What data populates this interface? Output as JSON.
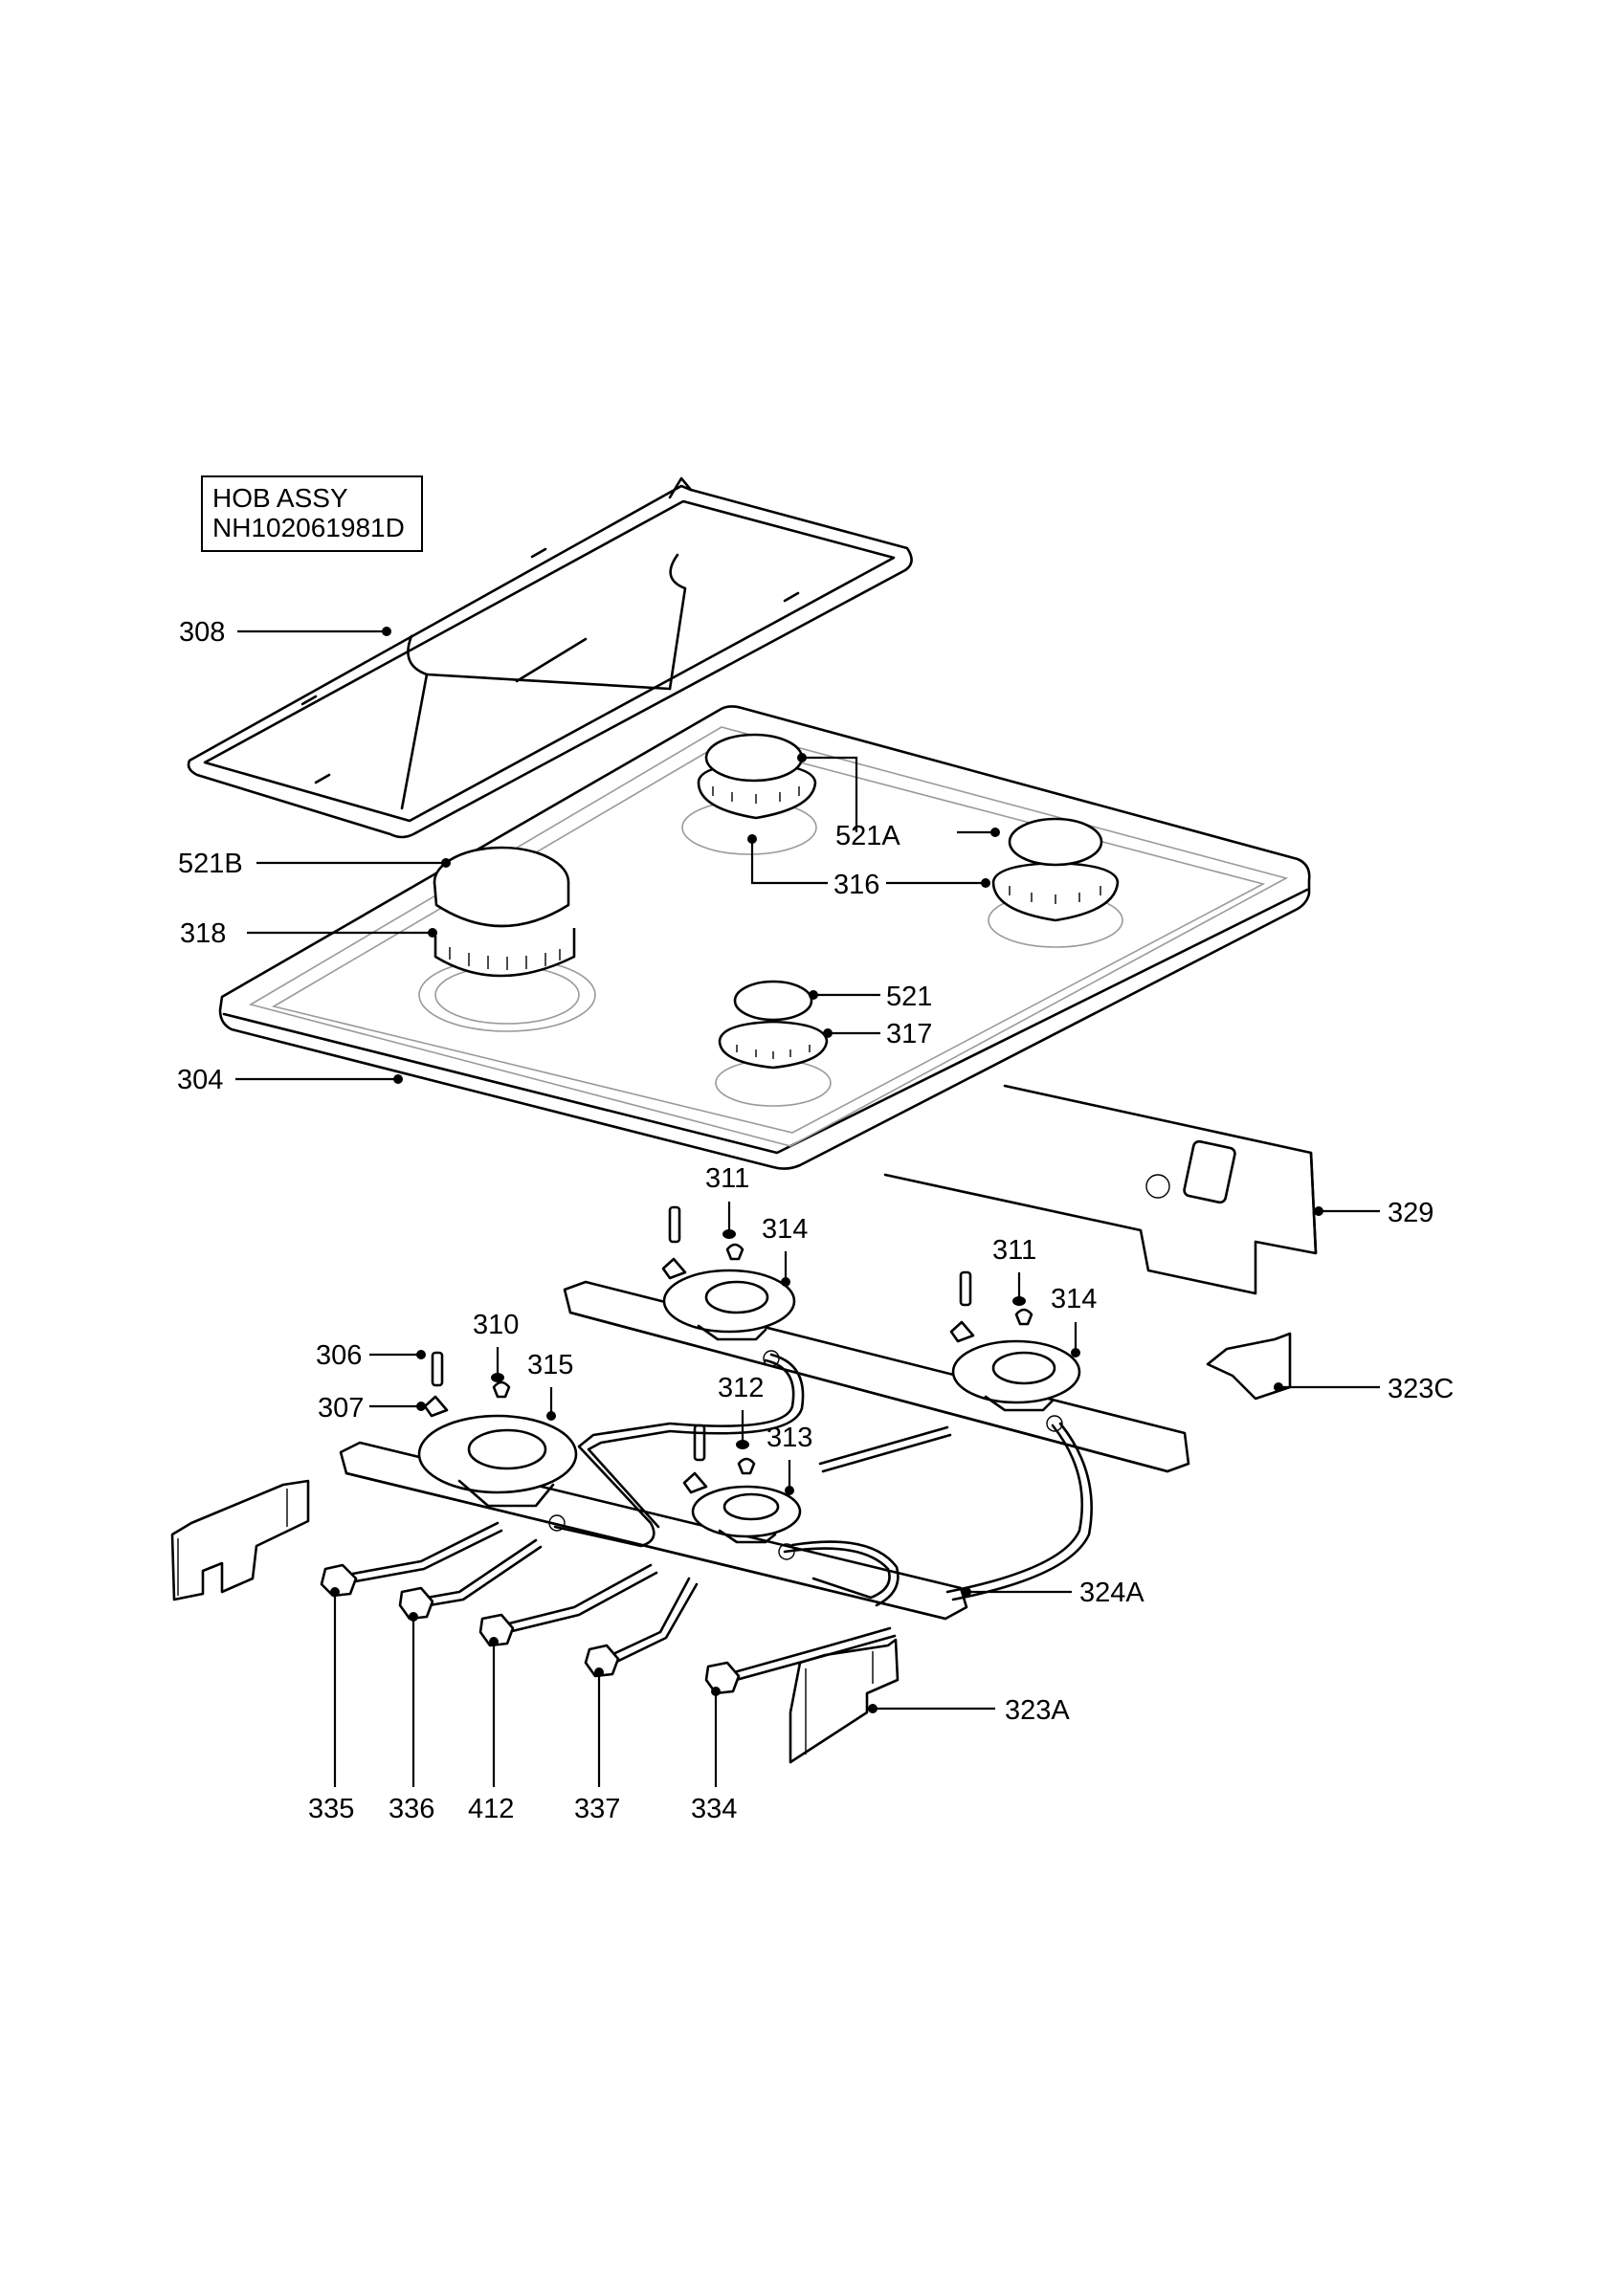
{
  "assembly": {
    "name": "HOB ASSY",
    "code": "NH102061981D"
  },
  "callouts": {
    "c308": "308",
    "c521B": "521B",
    "c318": "318",
    "c304": "304",
    "c521A": "521A",
    "c316": "316",
    "c521": "521",
    "c317": "317",
    "c329": "329",
    "c311a": "311",
    "c314a": "314",
    "c311b": "311",
    "c314b": "314",
    "c306": "306",
    "c310": "310",
    "c315": "315",
    "c307": "307",
    "c312": "312",
    "c313": "313",
    "c323C": "323C",
    "c324A": "324A",
    "c323A": "323A",
    "c335": "335",
    "c336": "336",
    "c412": "412",
    "c337": "337",
    "c334": "334"
  }
}
